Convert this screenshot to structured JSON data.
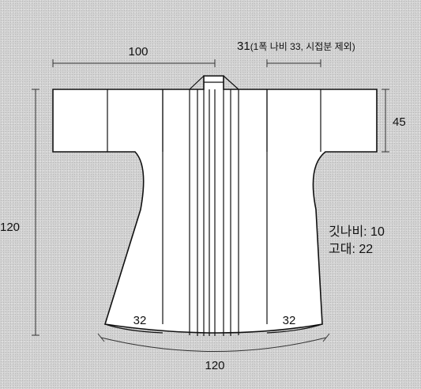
{
  "dimensions": {
    "sleeve_width": "100",
    "cuff_note_value": "31",
    "cuff_note_paren": "(1폭 나비 33, 시접분 제외)",
    "sleeve_height": "45",
    "total_length": "120",
    "gusset_left": "32",
    "gusset_right": "32",
    "hem_width": "120"
  },
  "notes": {
    "collar_width": "깃나비: 10",
    "collar_top": "고대: 22"
  },
  "colors": {
    "paper": "#d3d3d3",
    "garment": "#ffffff",
    "line": "#111111"
  }
}
